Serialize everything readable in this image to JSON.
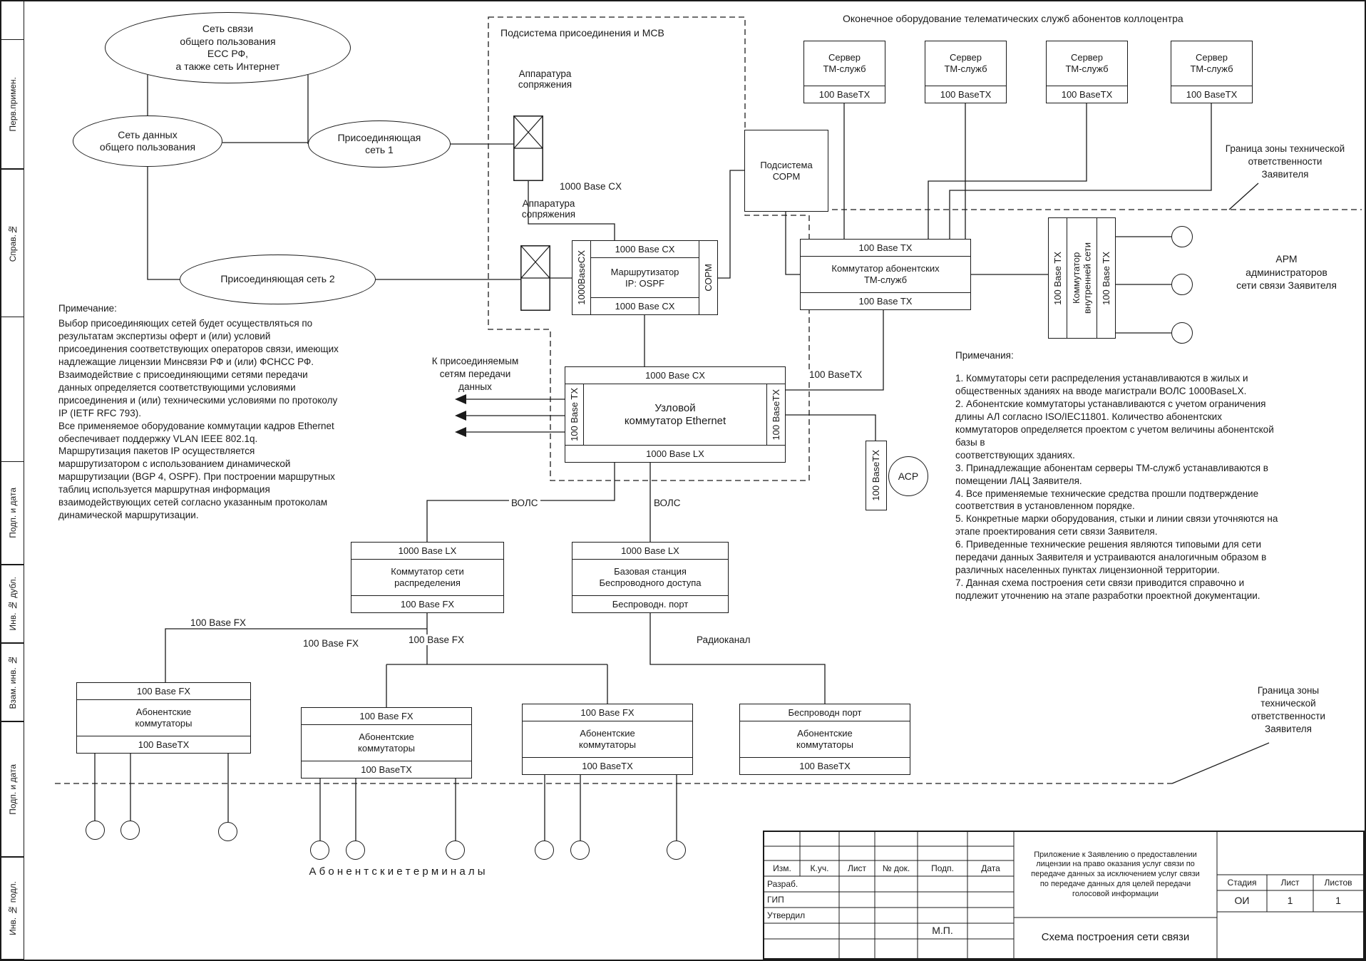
{
  "frame": {
    "side_labels": [
      "Перв.примен.",
      "Справ.№",
      "Подп. и дата",
      "Инв. № дубл.",
      "Взам. инв. №",
      "Подп. и дата",
      "Инв. № подл."
    ]
  },
  "clouds": {
    "pstn": "Сеть связи\nобщего пользования\nЕСС РФ,\nа также сеть Интернет",
    "public_data": "Сеть данных\nобщего пользования",
    "joining1": "Присоединяющая\nсеть 1",
    "joining2": "Присоединяющая сеть 2"
  },
  "subsystem": {
    "title": "Подсистема присоединения и МСВ",
    "coupling1": "Аппаратура\nсопряжения",
    "coupling2": "Аппаратура\nсопряжения",
    "link_1000cx": "1000 Base CX"
  },
  "router": {
    "left_port": "1000BaseCX",
    "top_port": "1000 Base CX",
    "name": "Маршрутизатор\nIP: OSPF",
    "bottom_port": "1000 Base CX",
    "right_port": "СОРМ"
  },
  "core_switch": {
    "top_port": "1000 Base CX",
    "name": "Узловой\nкоммутатор Ethernet",
    "bottom_port": "1000 Base LX",
    "left_port": "100 Base TX",
    "right_port": "100 BaseTX"
  },
  "collocenter_title": "Оконечное оборудование телематических служб абонентов коллоцентра",
  "servers": [
    {
      "name": "Сервер\nТМ-служб",
      "port": "100 BaseTX"
    },
    {
      "name": "Сервер\nТМ-служб",
      "port": "100 BaseTX"
    },
    {
      "name": "Сервер\nТМ-служб",
      "port": "100 BaseTX"
    },
    {
      "name": "Сервер\nТМ-служб",
      "port": "100 BaseTX"
    }
  ],
  "sorm_box": "Подсистема\nСОРМ",
  "boundary_top": "Граница зоны технической\nответственности\nЗаявителя",
  "tm_switch": {
    "top_port": "100 Base TX",
    "name": "Коммутатор абонентских\nТМ-служб",
    "bottom_port": "100 Base TX"
  },
  "internal_switch": {
    "left_port": "100 Base TX",
    "name": "Коммутатор\nвнутренней сети",
    "right_port": "100 Base TX"
  },
  "arm_label": "АРМ\nадминистраторов\nсети связи Заявителя",
  "note_left": {
    "title": "Примечание:",
    "body": "Выбор присоединяющих сетей будет осуществляться по\nрезультатам экспертизы оферт и (или) условий\nприсоединения соответствующих операторов связи, имеющих\nнадлежащие лицензии Минсвязи РФ и (или) ФСНСС РФ.\nВзаимодействие с присоединяющими сетями передачи\nданных определяется соответствующими условиями\nприсоединения и (или) техническими условиями по протоколу\nIP (IETF RFC 793).\nВсе применяемое оборудование коммутации кадров Ethernet\nобеспечивает поддержку VLAN IEEE 802.1q.\nМаршрутизация пакетов IP осуществляется\nмаршрутизатором с использованием динамической\nмаршрутизации (BGP 4, OSPF). При построении маршрутных\nтаблиц используется маршрутная информация\nвзаимодействующих сетей согласно указанным протоколам\nдинамической маршрутизации."
  },
  "notes_right": {
    "title": "Примечания:",
    "body": "1. Коммутаторы сети распределения устанавливаются в жилых и\nобщественных зданиях на вводе магистрали ВОЛС 1000BaseLX.\n2. Абонентские коммутаторы устанавливаются с учетом ограничения\nдлины АЛ согласно ISO/IEC11801. Количество абонентских\nкоммутаторов определяется проектом с учетом величины абонентской\nбазы в\nсоответствующих зданиях.\n3. Принадлежащие абонентам серверы ТМ-служб устанавливаются в\nпомещении ЛАЦ Заявителя.\n4. Все применяемые технические средства прошли подтверждение\nсоответствия в установленном порядке.\n5. Конкретные марки оборудования, стыки и линии связи уточняются на\nэтапе проектирования сети связи Заявителя.\n6. Приведенные технические решения являются типовыми для сети\nпередачи данных Заявителя и устраиваются аналогичным образом в\nразличных населенных пунктах лицензионной территории.\n7. Данная схема построения сети связи приводится справочно и\nподлежит уточнению на этапе разработки проектной документации."
  },
  "to_networks_label": "К присоединяемым\nсетям передачи\nданных",
  "link_labels": {
    "tx_to_tm": "100 BaseTX",
    "fx1": "100 Base FX",
    "fx2": "100 Base FX",
    "fx3": "100 Base FX",
    "radio": "Радиоканал",
    "vols1": "ВОЛС",
    "vols2": "ВОЛС"
  },
  "acr": {
    "name": "АСР",
    "port": "100 BaseTX"
  },
  "dist_switch": {
    "top_port": "1000 Base LX",
    "name": "Коммутатор сети\nраспределения",
    "bottom_port": "100 Base FX"
  },
  "base_station": {
    "top_port": "1000 Base LX",
    "name": "Базовая станция\nБеспроводного доступа",
    "bottom_port": "Беспроводн. порт"
  },
  "access_switches": [
    {
      "top_port": "100 Base FX",
      "name": "Абонентские\nкоммутаторы",
      "bottom_port": "100 BaseTX"
    },
    {
      "top_port": "100 Base FX",
      "name": "Абонентские\nкоммутаторы",
      "bottom_port": "100 BaseTX"
    },
    {
      "top_port": "100 Base FX",
      "name": "Абонентские\nкоммутаторы",
      "bottom_port": "100 BaseTX"
    },
    {
      "top_port": "Беспроводн порт",
      "name": "Абонентские\nкоммутаторы",
      "bottom_port": "100 BaseTX"
    }
  ],
  "terminals_label": "А б о н е н т с к и е   т е р м и н а л ы",
  "boundary_bottom": "Граница зоны\nтехнической\nответственности\nЗаявителя",
  "title_block": {
    "change_cols": [
      "Изм.",
      "К.уч.",
      "Лист",
      "№ док.",
      "Подп.",
      "Дата"
    ],
    "sign_rows": [
      "Разраб.",
      "ГИП",
      "Утвердил"
    ],
    "stamp": "М.П.",
    "doc_text": "Приложение к Заявлению о предоставлении\nлицензии на право оказания услуг связи по\nпередаче данных за исключением услуг связи\nпо передаче данных для целей передачи\nголосовой информации",
    "stage_cols": [
      "Стадия",
      "Лист",
      "Листов"
    ],
    "stage_values": [
      "ОИ",
      "1",
      "1"
    ],
    "drawing_title": "Схема построения сети связи"
  },
  "colors": {
    "ink": "#1a1a1a",
    "paper": "#ffffff"
  }
}
